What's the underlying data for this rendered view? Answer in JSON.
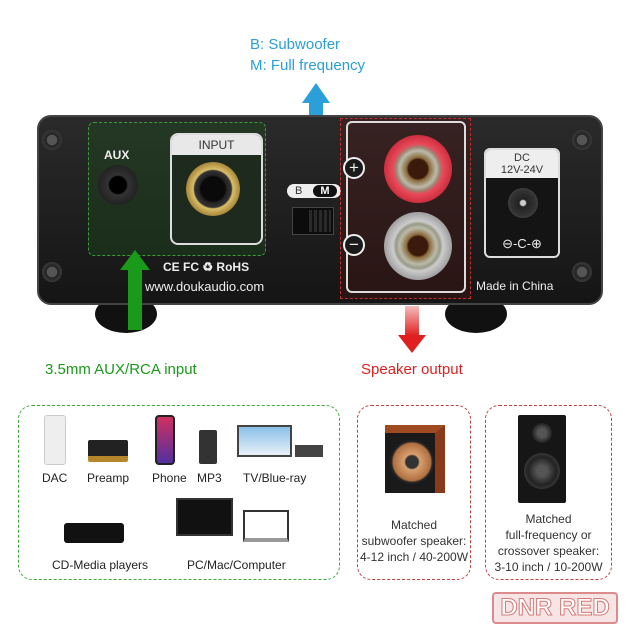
{
  "switch_legend": {
    "b": "B: Subwoofer",
    "m": "M: Full frequency"
  },
  "device": {
    "aux_label": "AUX",
    "input_label": "INPUT",
    "switch_b": "B",
    "switch_m": "M",
    "plus": "+",
    "minus": "−",
    "dc_label": "DC",
    "dc_voltage": "12V-24V",
    "dc_polarity": "⊖-C-⊕",
    "certifications": "CE FC ♻ RoHS",
    "website": "www.doukaudio.com",
    "origin": "Made in China"
  },
  "captions": {
    "input": "3.5mm AUX/RCA input",
    "output": "Speaker output"
  },
  "sources": [
    {
      "label": "DAC",
      "icon": "dac-icon"
    },
    {
      "label": "Preamp",
      "icon": "preamp-icon"
    },
    {
      "label": "Phone",
      "icon": "phone-icon"
    },
    {
      "label": "MP3",
      "icon": "mp3-icon"
    },
    {
      "label": "TV/Blue-ray",
      "icon": "tv-icon"
    },
    {
      "label": "CD-Media players",
      "icon": "cd-player-icon"
    },
    {
      "label": "PC/Mac/Computer",
      "icon": "computer-icon"
    }
  ],
  "speakers": [
    {
      "lines": [
        "Matched",
        "subwoofer speaker:",
        "4-12 inch / 40-200W"
      ]
    },
    {
      "lines": [
        "Matched",
        "full-frequency or",
        "crossover speaker:",
        "3-10 inch / 10-200W"
      ]
    }
  ],
  "watermark": "DNR RED",
  "colors": {
    "green": "#1a9a1a",
    "red": "#e02020",
    "blue": "#2a9fd8"
  }
}
